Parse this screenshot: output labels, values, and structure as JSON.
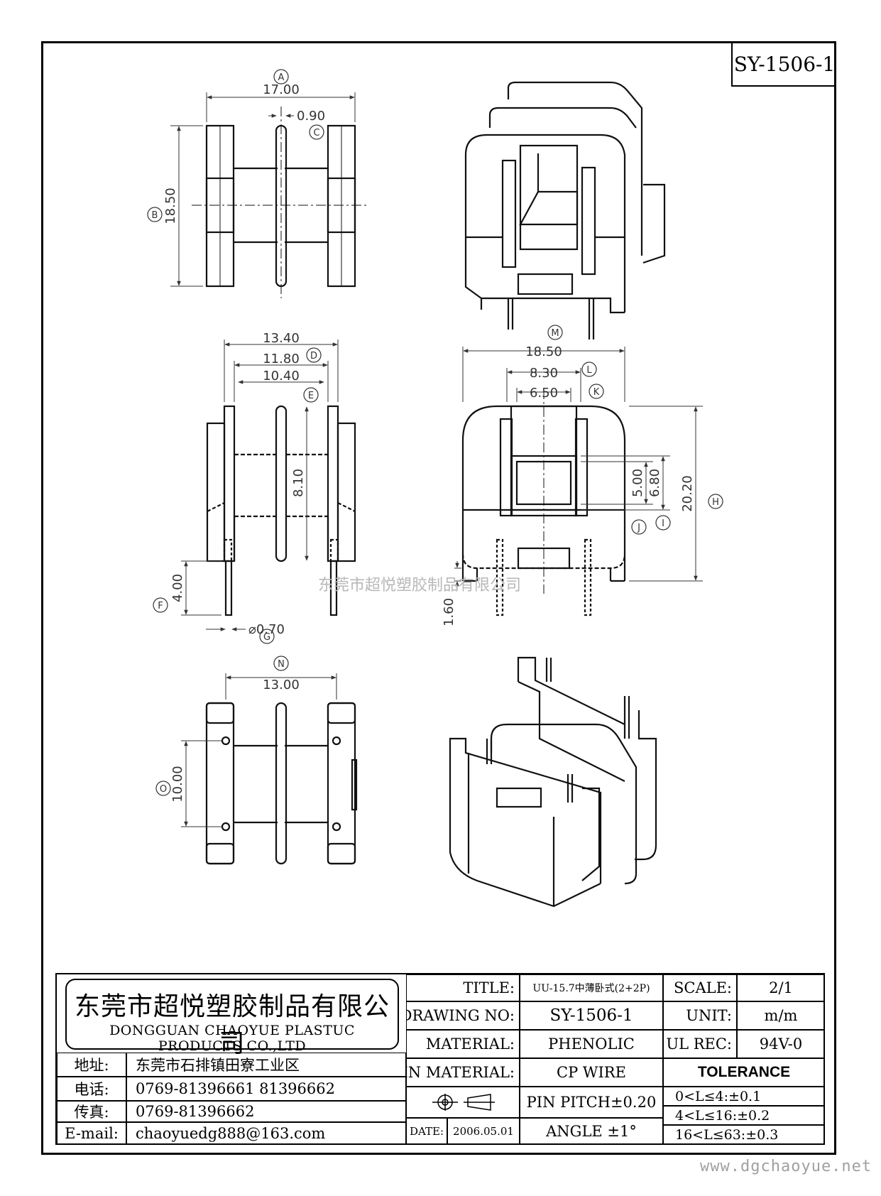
{
  "drawing_number_box": "SY-1506-1",
  "dimensions": {
    "top_view": {
      "width": "17.00",
      "thickness": "0.90",
      "height": "18.50"
    },
    "side_view": {
      "w1": "13.40",
      "w2": "11.80",
      "w3": "10.40",
      "inner_h": "8.10",
      "pin_len": "4.00",
      "pin_dia": "⌀0.70"
    },
    "front_view": {
      "width": "18.50",
      "win_outer": "8.30",
      "win_inner": "6.50",
      "win_h1": "5.00",
      "win_h2": "6.80",
      "height": "20.20",
      "standoff": "1.60"
    },
    "bottom_view": {
      "width": "13.00",
      "pin_pitch": "10.00"
    }
  },
  "callouts": {
    "A": "A",
    "B": "B",
    "C": "C",
    "D": "D",
    "E": "E",
    "F": "F",
    "G": "G",
    "H": "H",
    "I": "I",
    "J": "J",
    "K": "K",
    "L": "L",
    "M": "M",
    "N": "N",
    "O": "O"
  },
  "watermark": "东莞市超悦塑胶制品有限公司",
  "website": "www.dgchaoyue.net",
  "title_block": {
    "company_cn": "东莞市超悦塑胶制品有限公司",
    "company_en": "DONGGUAN CHAOYUE PLASTUC PRODUCTS CO.,LTD",
    "address_label": "地址:",
    "address": "东莞市石排镇田寮工业区",
    "phone_label": "电话:",
    "phone": "0769-81396661   81396662",
    "fax_label": "传真:",
    "fax": "0769-81396662",
    "email_label": "E-mail:",
    "email": "chaoyuedg888@163.com",
    "title_label": "TITLE:",
    "title_value": "UU-15.7中薄卧式(2+2P)",
    "drawing_no_label": "DRAWING NO:",
    "drawing_no": "SY-1506-1",
    "material_label": "MATERIAL:",
    "material": "PHENOLIC",
    "pin_material_label": "PIN MATERIAL:",
    "pin_material": "CP WIRE",
    "date_label": "DATE:",
    "date": "2006.05.01",
    "pin_pitch": "PIN PITCH±0.20",
    "angle": "ANGLE  ±1°",
    "scale_label": "SCALE:",
    "scale": "2/1",
    "unit_label": "UNIT:",
    "unit": "m/m",
    "ul_label": "UL REC:",
    "ul": "94V-0",
    "tolerance_label": "TOLERANCE",
    "tolerance": [
      "0<L≤4:±0.1",
      "4<L≤16:±0.2",
      "16<L≤63:±0.3"
    ]
  }
}
